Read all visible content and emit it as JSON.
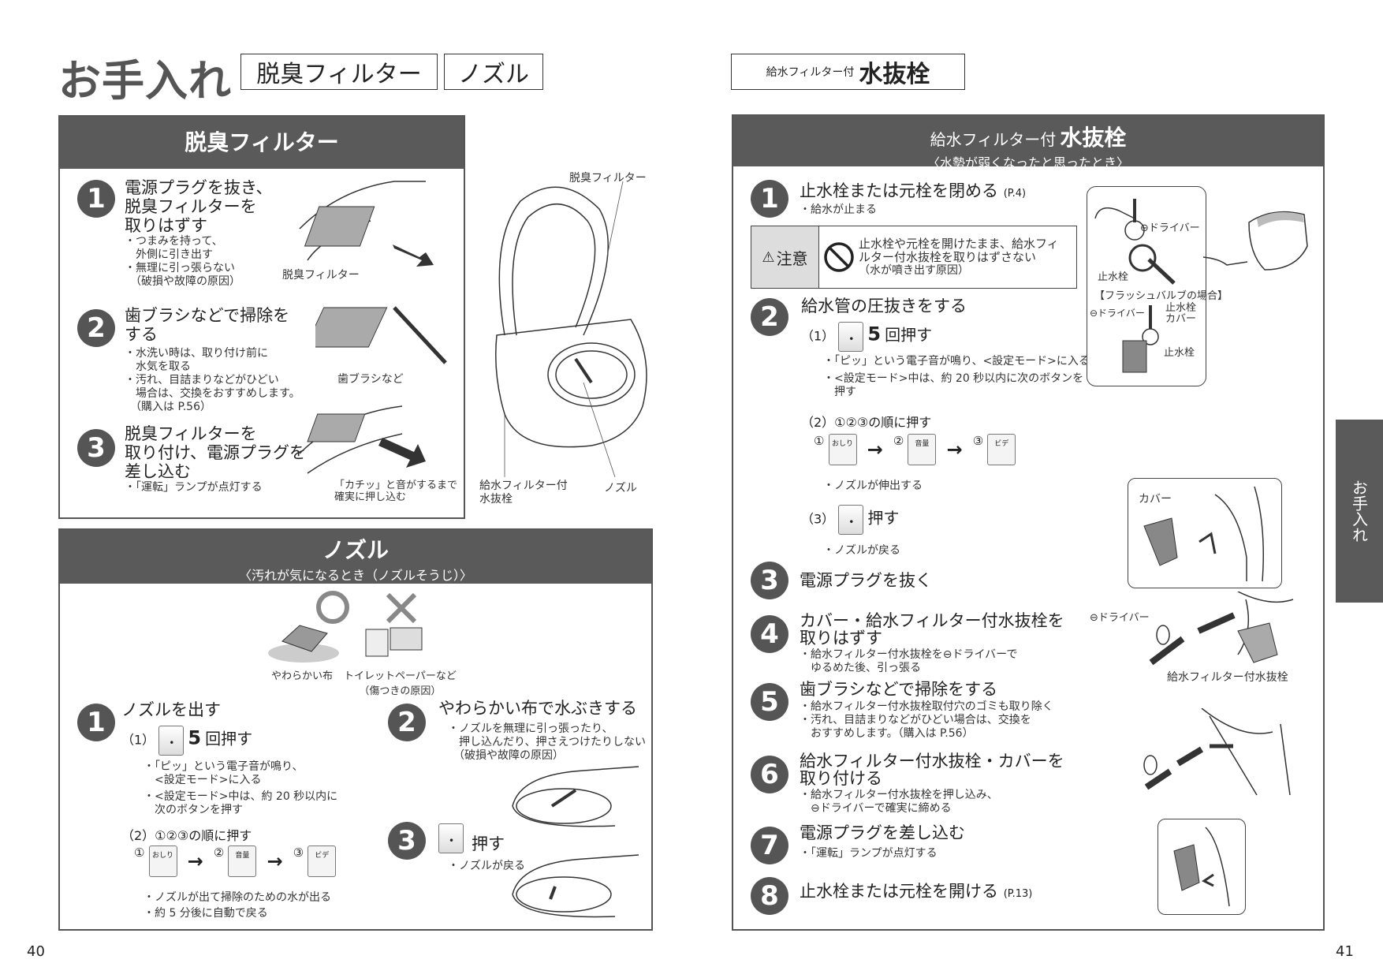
{
  "left_header": {
    "title": "お手入れ",
    "tag1": "脱臭フィルター",
    "tag2": "ノズル"
  },
  "right_header": {
    "tag_small": "給水フィルター付",
    "tag_big": "水抜栓"
  },
  "filter": {
    "title": "脱臭フィルター",
    "step1": {
      "num": "1",
      "heading": "電源プラグを抜き、\n脱臭フィルターを\n取りはずす",
      "notes": "・つまみを持って、\n　外側に引き出す\n・無理に引っ張らない\n　（破損や故障の原因）",
      "caption": "脱臭フィルター"
    },
    "step2": {
      "num": "2",
      "heading": "歯ブラシなどで掃除を\nする",
      "notes": "・水洗い時は、取り付け前に\n　水気を取る\n・汚れ、目詰まりなどがひどい\n　場合は、交換をおすすめします。\n　（購入は P.56）",
      "caption": "歯ブラシなど"
    },
    "step3": {
      "num": "3",
      "heading": "脱臭フィルターを\n取り付け、電源プラグを\n差し込む",
      "notes": "・「運転」ランプが点灯する",
      "caption": "「カチッ」と音がするまで\n確実に押し込む"
    },
    "toilet_labels": {
      "filter": "脱臭フィルター",
      "valve": "給水フィルター付\n水抜栓",
      "nozzle": "ノズル"
    }
  },
  "nozzle": {
    "title": "ノズル",
    "subtitle": "〈汚れが気になるとき（ノズルそうじ）〉",
    "ok_label": "やわらかい布",
    "ng_label": "トイレットペーパーなど\n（傷つきの原因）",
    "step1": {
      "num": "1",
      "heading": "ノズルを出す",
      "sub1": "（1）",
      "times": "5",
      "times_label": "回押す",
      "notes1": "・「ピッ」という電子音が鳴り、\n　<設定モード>に入る",
      "notes2": "・<設定モード>中は、約 20 秒以内に\n　次のボタンを押す",
      "sub2": "（2）①②③の順に押す",
      "c1": "①",
      "c2": "②",
      "c3": "③",
      "k1": "おしり",
      "k2": "音量",
      "k3": "ビデ",
      "notes3": "・ノズルが出て掃除のための水が出る\n・約 5 分後に自動で戻る"
    },
    "step2": {
      "num": "2",
      "heading": "やわらかい布で水ぶきする",
      "notes": "・ノズルを無理に引っ張ったり、\n　押し込んだり、押さえつけたりしない\n　（破損や故障の原因）"
    },
    "step3": {
      "num": "3",
      "heading": "押す",
      "notes": "・ノズルが戻る"
    }
  },
  "valve": {
    "title_small": "給水フィルター付",
    "title_big": "水抜栓",
    "subtitle": "〈水勢が弱くなったと思ったとき〉",
    "step1": {
      "num": "1",
      "heading": "止水栓または元栓を閉める",
      "ref": "(P.4)",
      "notes": "・給水が止まる"
    },
    "caution": {
      "label": "注意",
      "text": "止水栓や元栓を開けたまま、給水フィ\nルター付水抜栓を取りはずさない",
      "sub": "（水が噴き出す原因）"
    },
    "step2": {
      "num": "2",
      "heading": "給水管の圧抜きをする",
      "sub1": "（1）",
      "times": "5",
      "times_label": "回押す",
      "notes1": "・「ピッ」という電子音が鳴り、<設定モード>に入る",
      "notes2": "・<設定モード>中は、約 20 秒以内に次のボタンを\n　押す",
      "sub2": "（2）①②③の順に押す",
      "c1": "①",
      "c2": "②",
      "c3": "③",
      "k1": "おしり",
      "k2": "音量",
      "k3": "ビデ",
      "notes3": "・ノズルが伸出する",
      "sub3": "（3）",
      "push": "押す",
      "notes4": "・ノズルが戻る"
    },
    "step3": {
      "num": "3",
      "heading": "電源プラグを抜く"
    },
    "step4": {
      "num": "4",
      "heading": "カバー・給水フィルター付水抜栓を\n取りはずす",
      "notes": "・給水フィルター付水抜栓を⊖ドライバーで\n　ゆるめた後、引っ張る"
    },
    "step5": {
      "num": "5",
      "heading": "歯ブラシなどで掃除をする",
      "notes": "・給水フィルター付水抜栓取付穴のゴミも取り除く\n・汚れ、目詰まりなどがひどい場合は、交換を\n　おすすめします。（購入は P.56）"
    },
    "step6": {
      "num": "6",
      "heading": "給水フィルター付水抜栓・カバーを\n取り付ける",
      "notes": "・給水フィルター付水抜栓を押し込み、\n　⊖ドライバーで確実に締める"
    },
    "step7": {
      "num": "7",
      "heading": "電源プラグを差し込む",
      "notes": "・「運転」ランプが点灯する"
    },
    "step8": {
      "num": "8",
      "heading": "止水栓または元栓を開ける",
      "ref": "(P.13)"
    },
    "fig_labels": {
      "driver": "⊖ドライバー",
      "stop": "止水栓",
      "flush": "【フラッシュバルブの場合】",
      "driver2": "⊖ドライバー",
      "stop_cover": "止水栓\nカバー",
      "stop2": "止水栓",
      "cover": "カバー",
      "driver3": "⊖ドライバー",
      "valve": "給水フィルター付水抜栓"
    }
  },
  "side_tab": "お手入れ",
  "page_left": "40",
  "page_right": "41"
}
